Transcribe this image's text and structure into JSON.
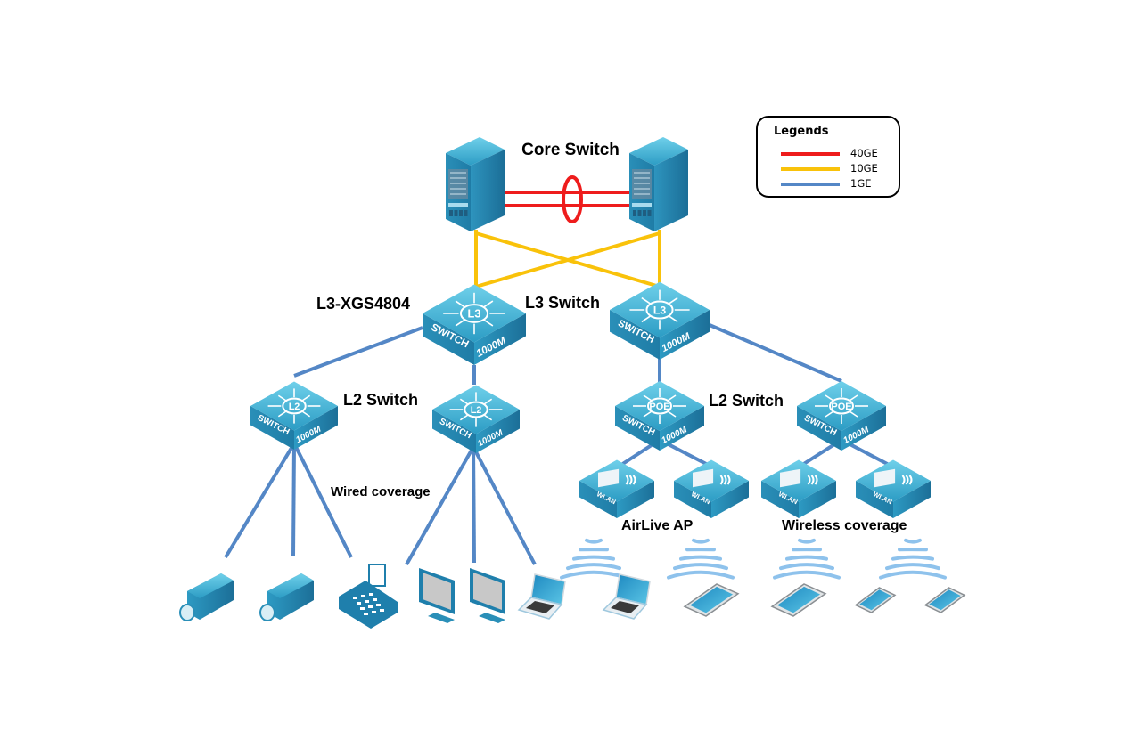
{
  "legend": {
    "title": "Legends",
    "items": [
      {
        "label": "40GE",
        "color": "#ee1c1c"
      },
      {
        "label": "10GE",
        "color": "#f9c20a"
      },
      {
        "label": "1GE",
        "color": "#5487c6"
      }
    ]
  },
  "labels": {
    "core": "Core Switch",
    "l3_model": "L3-XGS4804",
    "l3": "L3 Switch",
    "l2_left": "L2 Switch",
    "l2_right": "L2 Switch",
    "wired": "Wired coverage",
    "ap": "AirLive AP",
    "wireless": "Wireless coverage"
  },
  "devices": {
    "l3_switch": {
      "badge": "L3",
      "front": "SWITCH",
      "speed": "1000M"
    },
    "l2_switch": {
      "badge": "L2",
      "front": "SWITCH",
      "speed": "1000M"
    },
    "poe_switch": {
      "badge": "POE",
      "front": "SWITCH",
      "speed": "1000M"
    },
    "ap": {
      "front": "WLAN"
    }
  },
  "endpoints": {
    "wired": [
      "camera",
      "camera",
      "ip-phone",
      "monitor",
      "monitor",
      "laptop"
    ],
    "wireless": [
      "laptop",
      "tablet",
      "tablet",
      "smartphone",
      "smartphone"
    ]
  }
}
